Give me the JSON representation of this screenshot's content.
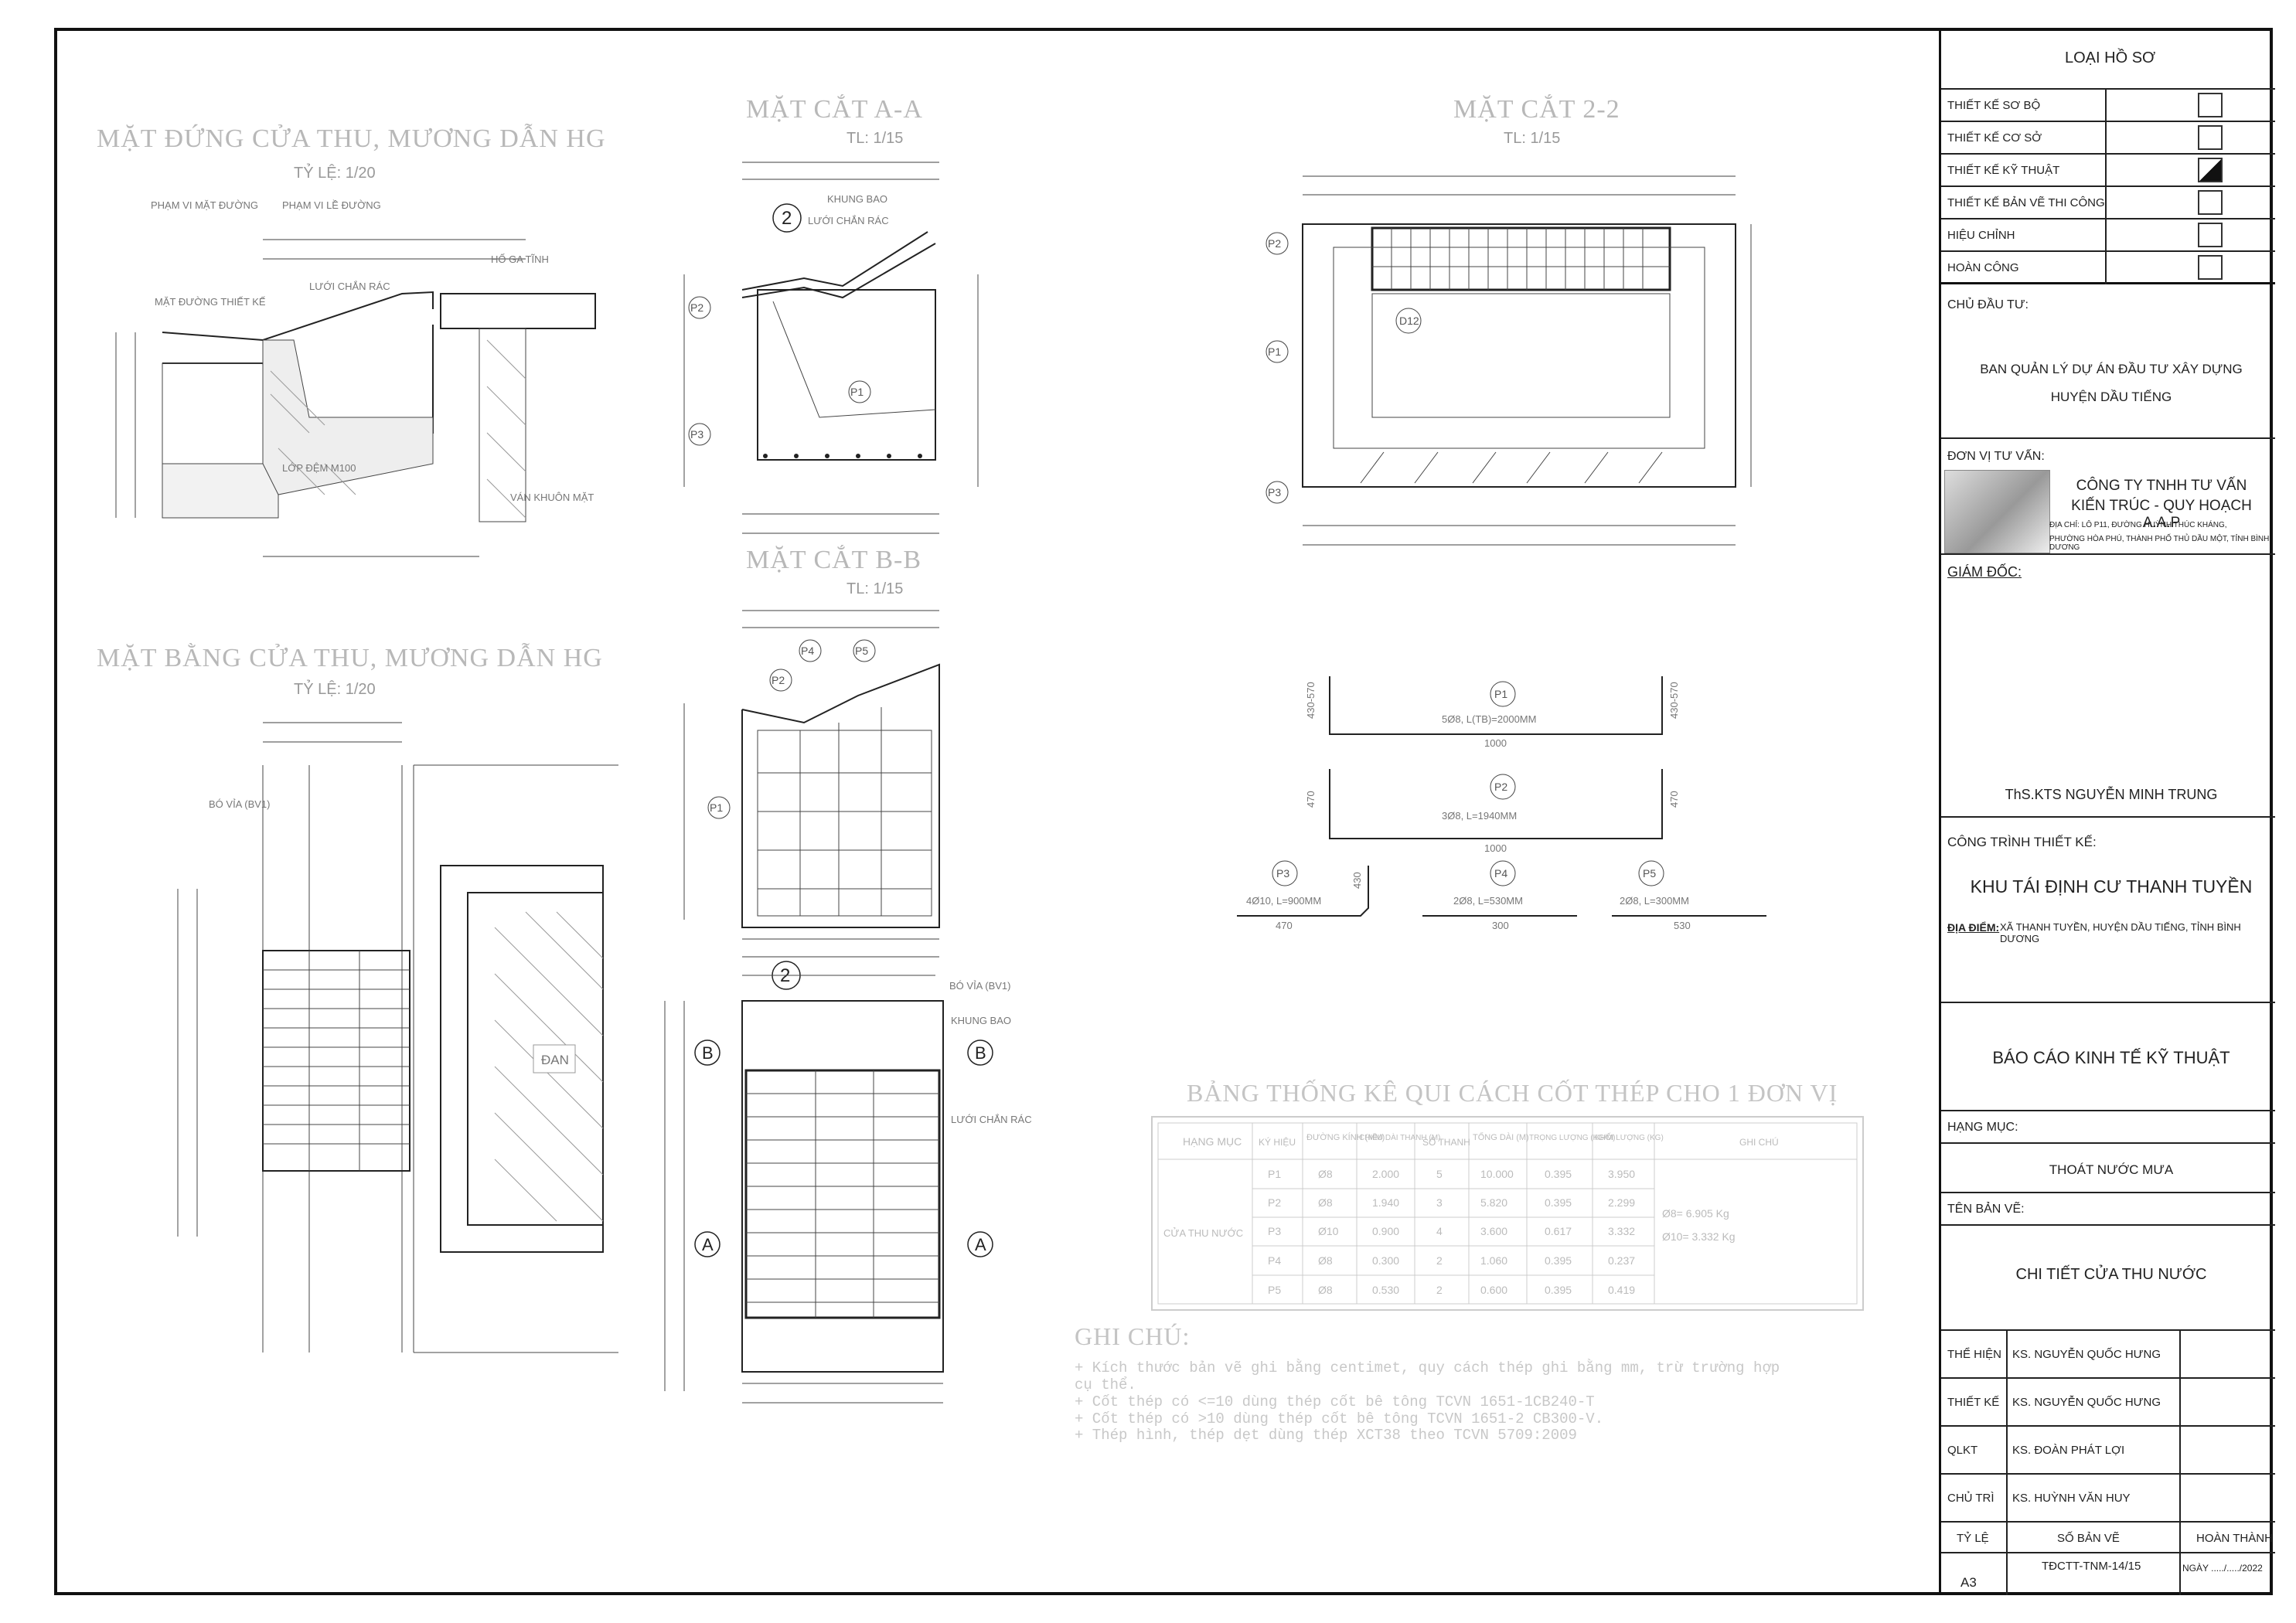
{
  "views": {
    "elev_title": "MẶT ĐỨNG CỬA THU, MƯƠNG DẪN HG",
    "elev_scale": "TỶ LỆ: 1/20",
    "plan_title": "MẶT BẰNG CỬA THU, MƯƠNG DẪN HG",
    "plan_scale": "TỶ LỆ: 1/20",
    "secA_title": "MẶT CẮT A-A",
    "secA_scale": "TL: 1/15",
    "secB_title": "MẶT CẮT B-B",
    "secB_scale": "TL: 1/15",
    "sec2_title": "MẶT CẮT 2-2",
    "sec2_scale": "TL: 1/15"
  },
  "labels": {
    "pham_vi_mat_duong": "PHẠM VI MẶT ĐƯỜNG",
    "pham_vi_le_duong": "PHẠM VI LỀ ĐƯỜNG",
    "mat_duong_thiet_ke": "MẶT ĐƯỜNG THIẾT KẾ",
    "luoi_chan_rac": "LƯỚI CHẮN RÁC",
    "ho_ga_tinh": "HỐ GA TĨNH",
    "van_khuon_mat": "VÁN KHUÔN MẶT",
    "lop_dem": "LỚP ĐỆM M100",
    "bo_via": "BÓ VỈA (BV1)",
    "khung_bao": "KHUNG BAO",
    "dan": "ĐAN",
    "d12": "D12",
    "marker2": "2",
    "markerA": "A",
    "markerB": "B"
  },
  "rebar_shapes": [
    {
      "id": "P1",
      "desc": "5Ø8, L(TB)=2000MM",
      "len": "1000",
      "side": "430-570"
    },
    {
      "id": "P2",
      "desc": "3Ø8, L=1940MM",
      "len": "1000",
      "side": "470"
    },
    {
      "id": "P3",
      "desc": "4Ø10, L=900MM",
      "len": "470",
      "side": "430"
    },
    {
      "id": "P4",
      "desc": "2Ø8, L=530MM",
      "len": "300"
    },
    {
      "id": "P5",
      "desc": "2Ø8, L=300MM",
      "len": "530"
    }
  ],
  "steel_table": {
    "title": "BẢNG THỐNG KÊ QUI CÁCH CỐT THÉP CHO 1 ĐƠN VỊ",
    "headers": [
      "HẠNG MỤC",
      "KÝ HIỆU",
      "ĐƯỜNG KÍNH (MM)",
      "CHIỀU DÀI THANH (M)",
      "SỐ THANH",
      "TỔNG DÀI (M)",
      "TRỌNG LƯỢNG (KG/M)",
      "KHỐI LƯỢNG (KG)",
      "GHI CHÚ"
    ],
    "category": "CỬA THU NƯỚC",
    "rows": [
      [
        "P1",
        "Ø8",
        "2.000",
        "5",
        "10.000",
        "0.395",
        "3.950"
      ],
      [
        "P2",
        "Ø8",
        "1.940",
        "3",
        "5.820",
        "0.395",
        "2.299"
      ],
      [
        "P3",
        "Ø10",
        "0.900",
        "4",
        "3.600",
        "0.617",
        "3.332"
      ],
      [
        "P4",
        "Ø8",
        "0.300",
        "2",
        "1.060",
        "0.395",
        "0.237"
      ],
      [
        "P5",
        "Ø8",
        "0.530",
        "2",
        "0.600",
        "0.395",
        "0.419"
      ]
    ],
    "note1": "Ø8= 6.905 Kg",
    "note2": "Ø10= 3.332 Kg"
  },
  "notes": {
    "title": "GHI CHÚ:",
    "lines": [
      "+ Kích thước bản vẽ ghi bằng centimet, quy cách thép ghi bằng mm, trừ trường hợp",
      "cụ thể.",
      "+ Cốt thép có    <=10 dùng thép cốt bê tông TCVN 1651-1CB240-T",
      "+ Cốt thép có    >10 dùng thép cốt bê tông TCVN 1651-2 CB300-V.",
      "+ Thép hình, thép dẹt dùng thép XCT38 theo TCVN 5709:2009"
    ]
  },
  "title_block": {
    "loai_ho_so": "LOẠI HỒ SƠ",
    "types": [
      "THIẾT KẾ SƠ BỘ",
      "THIẾT KẾ CƠ SỞ",
      "THIẾT KẾ KỸ THUẬT",
      "THIẾT KẾ BẢN VẼ THI CÔNG",
      "HIỆU CHỈNH",
      "HOÀN CÔNG"
    ],
    "chu_dau_tu_label": "CHỦ ĐẦU TƯ:",
    "chu_dau_tu_1": "BAN QUẢN LÝ DỰ ÁN ĐẦU TƯ XÂY DỰNG",
    "chu_dau_tu_2": "HUYỆN DẦU TIẾNG",
    "don_vi_tu_van_label": "ĐƠN VỊ TƯ VẤN:",
    "cong_ty_1": "CÔNG TY TNHH TƯ VẤN",
    "cong_ty_2": "KIẾN TRÚC - QUY HOẠCH A.A.P",
    "dia_chi_1": "ĐỊA CHỈ: LÔ P11, ĐƯỜNG HUỲNH THÚC KHÁNG,",
    "dia_chi_2": "PHƯỜNG HÒA PHÚ, THÀNH PHỐ THỦ DẦU MỘT, TỈNH BÌNH DƯƠNG",
    "giam_doc_label": "GIÁM ĐỐC:",
    "giam_doc_name": "ThS.KTS NGUYỄN MINH TRUNG",
    "cong_trinh_label": "CÔNG TRÌNH THIẾT KẾ:",
    "cong_trinh": "KHU TÁI ĐỊNH CƯ THANH TUYỀN",
    "dia_diem_label": "ĐỊA ĐIỂM:",
    "dia_diem": "XÃ THANH TUYỀN, HUYỆN DẦU TIẾNG, TỈNH BÌNH DƯƠNG",
    "bao_cao": "BÁO CÁO KINH TẾ KỸ THUẬT",
    "hang_muc_label": "HẠNG MỤC:",
    "hang_muc": "THOÁT NƯỚC MƯA",
    "ten_ban_ve_label": "TÊN BẢN VẼ:",
    "ten_ban_ve": "CHI TIẾT CỬA THU NƯỚC",
    "staff": [
      {
        "role": "THỂ HIỆN",
        "name": "KS. NGUYỄN QUỐC HƯNG"
      },
      {
        "role": "THIẾT KẾ",
        "name": "KS. NGUYỄN QUỐC HƯNG"
      },
      {
        "role": "QLKT",
        "name": "KS. ĐOÀN PHÁT LỢI"
      },
      {
        "role": "CHỦ TRÌ",
        "name": "KS. HUỲNH VĂN HUY"
      }
    ],
    "ty_le_label": "TỶ LỆ",
    "so_ban_ve_label": "SỐ BẢN VẼ",
    "hoan_thanh_label": "HOÀN THÀNH",
    "ty_le": "A3",
    "so_ban_ve": "TĐCTT-TNM-14/15",
    "ngay": "NGÀY ...../...../2022"
  }
}
